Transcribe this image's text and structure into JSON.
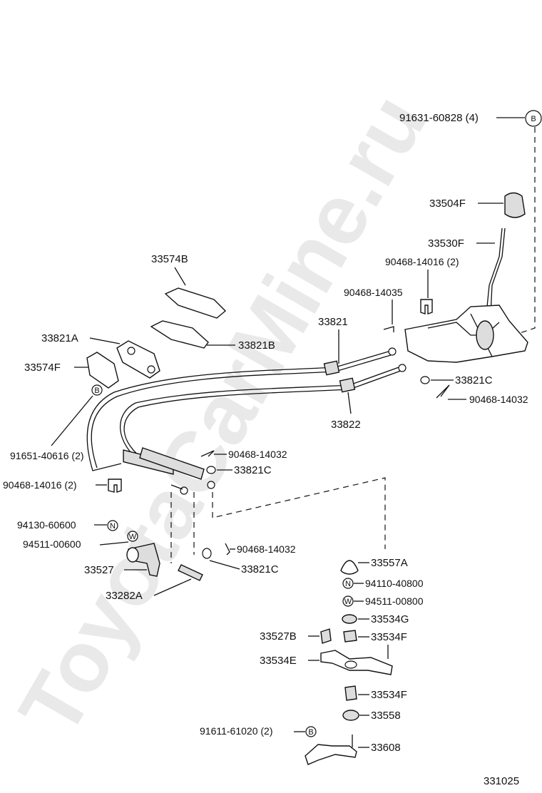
{
  "watermark": "ToyotaCarMine.ru",
  "diagram_code": "331025",
  "symbols": {
    "b": "B",
    "n": "N",
    "w": "W"
  },
  "labels": {
    "p91631": "91631-60828 (4)",
    "p33504F": "33504F",
    "p33530F": "33530F",
    "p90468_14016_top": "90468-14016 (2)",
    "p33574B": "33574B",
    "p90468_14035": "90468-14035",
    "p33821": "33821",
    "p33821A": "33821A",
    "p33821B": "33821B",
    "p33574F": "33574F",
    "p33821C_right": "33821C",
    "p90468_14032_right": "90468-14032",
    "p33822": "33822",
    "p91651": "91651-40616 (2)",
    "p90468_14032_mid": "90468-14032",
    "p33821C_mid": "33821C",
    "p90468_14016_left": "90468-14016 (2)",
    "p94130": "94130-60600",
    "p94511_600": "94511-00600",
    "p90468_14032_low": "90468-14032",
    "p33527": "33527",
    "p33821C_low": "33821C",
    "p33282A": "33282A",
    "p33557A": "33557A",
    "p94110": "94110-40800",
    "p94511_800": "94511-00800",
    "p33534G": "33534G",
    "p33527B": "33527B",
    "p33534F_a": "33534F",
    "p33534E": "33534E",
    "p33534F_b": "33534F",
    "p33558": "33558",
    "p91611": "91611-61020 (2)",
    "p33608": "33608"
  }
}
